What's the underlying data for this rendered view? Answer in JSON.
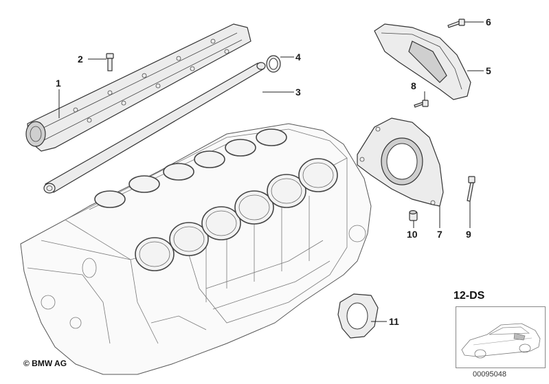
{
  "callouts": [
    {
      "id": "1",
      "label": "1"
    },
    {
      "id": "2",
      "label": "2"
    },
    {
      "id": "3",
      "label": "3"
    },
    {
      "id": "4",
      "label": "4"
    },
    {
      "id": "5",
      "label": "5"
    },
    {
      "id": "6",
      "label": "6"
    },
    {
      "id": "7",
      "label": "7"
    },
    {
      "id": "8",
      "label": "8"
    },
    {
      "id": "9",
      "label": "9"
    },
    {
      "id": "10",
      "label": "10"
    },
    {
      "id": "11",
      "label": "11"
    }
  ],
  "copyright": "© BMW AG",
  "group_code": "12-DS",
  "reference_number": "00095048",
  "colors": {
    "line": "#333333",
    "fill": "#ececec",
    "background": "#ffffff"
  }
}
